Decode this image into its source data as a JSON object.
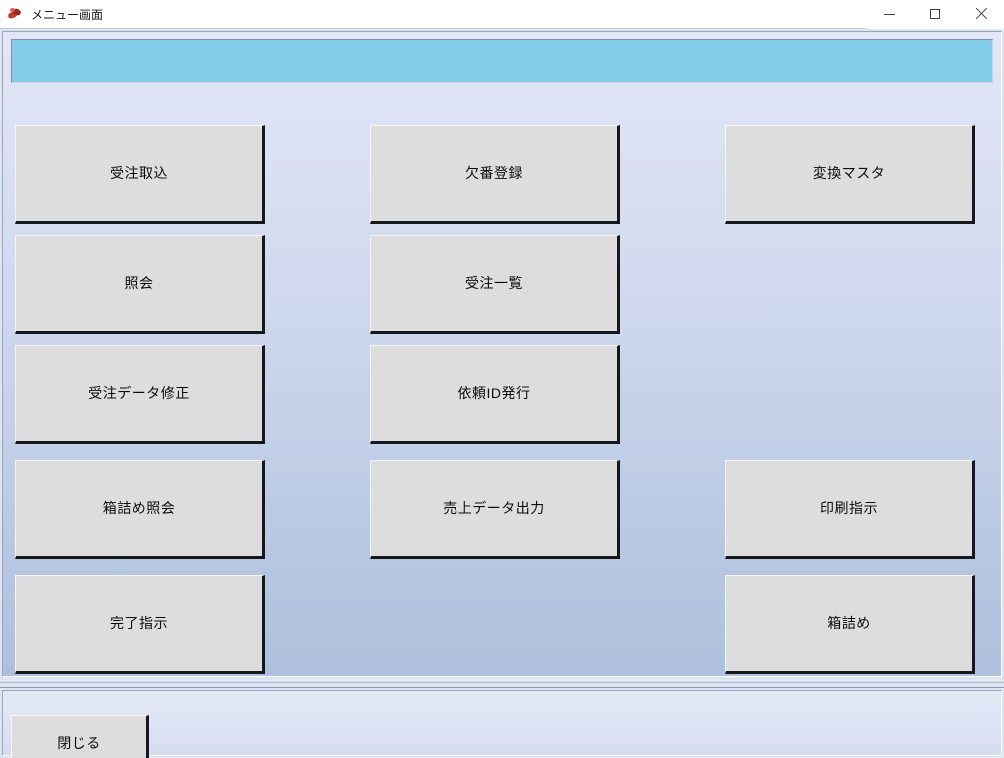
{
  "window": {
    "title": "メニュー画面",
    "icon": "app-icon",
    "controls": {
      "minimize": "minimize-icon",
      "maximize": "maximize-icon",
      "close": "close-icon"
    }
  },
  "banner": {
    "text": "",
    "color": "#83cdea"
  },
  "theme": {
    "panel_gradient_top": "#e2e6f6",
    "panel_gradient_bottom": "#adc0dd",
    "button_face": "#dddddd",
    "button_shadow": "#16181c",
    "text_color": "#0b0b0b"
  },
  "menu": {
    "columns": [
      {
        "name": "column-1",
        "buttons": [
          {
            "label": "受注取込",
            "row": 1
          },
          {
            "label": "照会",
            "row": 2
          },
          {
            "label": "受注データ修正",
            "row": 3
          },
          {
            "label": "箱詰め照会",
            "row": 4
          },
          {
            "label": "完了指示",
            "row": 5
          }
        ]
      },
      {
        "name": "column-2",
        "buttons": [
          {
            "label": "欠番登録",
            "row": 1
          },
          {
            "label": "受注一覧",
            "row": 2
          },
          {
            "label": "依頼ID発行",
            "row": 3
          },
          {
            "label": "売上データ出力",
            "row": 4
          }
        ]
      },
      {
        "name": "column-3",
        "buttons": [
          {
            "label": "変換マスタ",
            "row": 1
          },
          {
            "label": "印刷指示",
            "row": 4
          },
          {
            "label": "箱詰め",
            "row": 5
          }
        ]
      }
    ]
  },
  "footer": {
    "close_label": "閉じる"
  }
}
